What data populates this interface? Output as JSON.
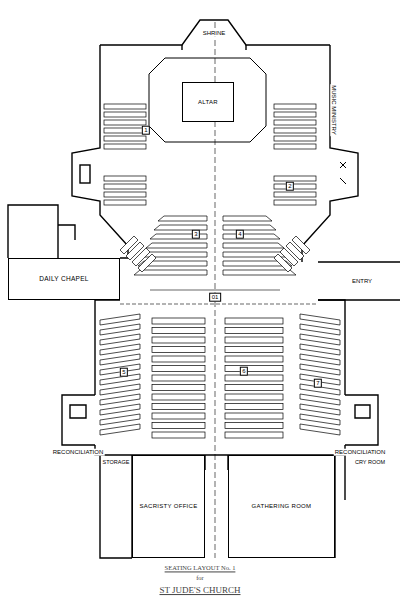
{
  "diagram": {
    "nodes": [
      {
        "text": [
          "ALTAR"
        ]
      },
      {
        "text": [
          "DAILY CHAPEL"
        ]
      },
      {
        "text": [
          "SACRISTY OFFICE"
        ]
      },
      {
        "text": [
          "GATHERING ROOM"
        ]
      }
    ],
    "labels": [
      "SHRINE",
      "MUSIC MINISTRY",
      "1",
      "2",
      "3",
      "4",
      "01",
      "ENTRY",
      "5",
      "6",
      "7",
      "RECONCILIATION",
      "STORAGE",
      "RECONCILIATION",
      "CRY ROOM",
      "SEATING LAYOUT No. 1",
      "for",
      "ST JUDE'S CHURCH"
    ]
  }
}
